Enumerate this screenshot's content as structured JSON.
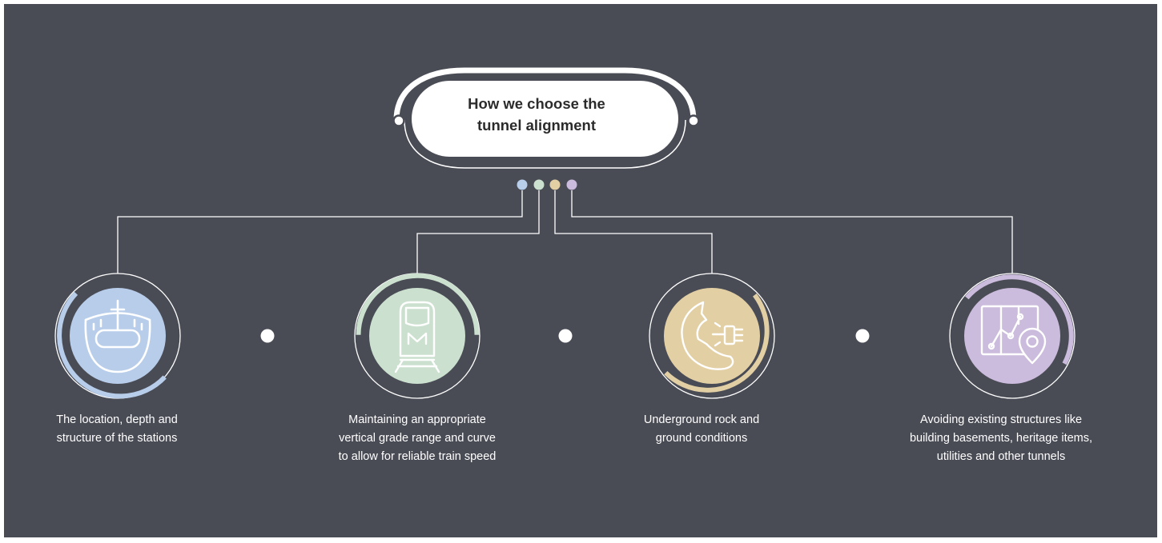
{
  "title": {
    "line1": "How we choose the",
    "line2": "tunnel alignment"
  },
  "colors": {
    "background": "#494b55",
    "blue": "#b7cdea",
    "green": "#cbe0ce",
    "tan": "#e3cfa4",
    "purple": "#cbbbdc",
    "line": "#ffffff"
  },
  "factors": [
    {
      "icon": "station-icon",
      "lines": [
        "The location, depth and",
        "structure of the stations"
      ]
    },
    {
      "icon": "train-icon",
      "lines": [
        "Maintaining an appropriate",
        "vertical grade range and curve",
        "to allow for reliable train speed"
      ]
    },
    {
      "icon": "rock-drill-icon",
      "lines": [
        "Underground rock and",
        "ground conditions"
      ]
    },
    {
      "icon": "map-pin-icon",
      "lines": [
        "Avoiding existing structures like",
        "building basements, heritage items,",
        "utilities and other tunnels"
      ]
    }
  ]
}
